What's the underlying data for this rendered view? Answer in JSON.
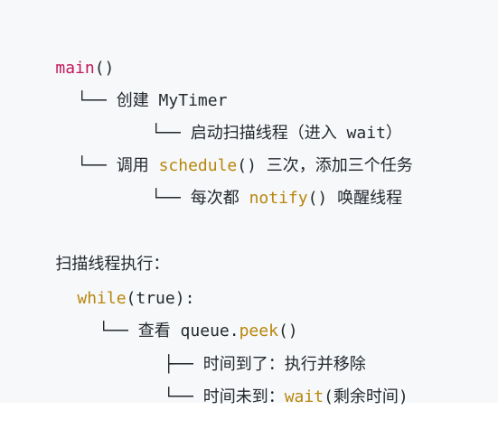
{
  "lines": [
    {
      "parts": [
        {
          "text": "main",
          "kind": "fn"
        },
        {
          "text": "()",
          "kind": "plain"
        }
      ]
    },
    {
      "parts": [
        {
          "text": "└── ",
          "kind": "tree"
        },
        {
          "text": "创建 MyTimer",
          "kind": "plain"
        }
      ]
    },
    {
      "parts": [
        {
          "text": "└── ",
          "kind": "tree"
        },
        {
          "text": "启动扫描线程（进入 wait）",
          "kind": "plain"
        }
      ]
    },
    {
      "parts": [
        {
          "text": "└── ",
          "kind": "tree"
        },
        {
          "text": "调用 ",
          "kind": "plain"
        },
        {
          "text": "schedule",
          "kind": "call"
        },
        {
          "text": "() 三次，添加三个任务",
          "kind": "plain"
        }
      ]
    },
    {
      "parts": [
        {
          "text": "└── ",
          "kind": "tree"
        },
        {
          "text": "每次都 ",
          "kind": "plain"
        },
        {
          "text": "notify",
          "kind": "call"
        },
        {
          "text": "() 唤醒线程",
          "kind": "plain"
        }
      ]
    },
    {
      "parts": [
        {
          "text": "扫描线程执行：",
          "kind": "plain"
        }
      ]
    },
    {
      "parts": [
        {
          "text": "while",
          "kind": "kw"
        },
        {
          "text": "(true):",
          "kind": "plain"
        }
      ]
    },
    {
      "parts": [
        {
          "text": "└── ",
          "kind": "tree"
        },
        {
          "text": "查看 queue.",
          "kind": "plain"
        },
        {
          "text": "peek",
          "kind": "call"
        },
        {
          "text": "()",
          "kind": "plain"
        }
      ]
    },
    {
      "parts": [
        {
          "text": "├── ",
          "kind": "tree"
        },
        {
          "text": "时间到了：执行并移除",
          "kind": "plain"
        }
      ]
    },
    {
      "parts": [
        {
          "text": "└── ",
          "kind": "tree"
        },
        {
          "text": "时间未到：",
          "kind": "plain"
        },
        {
          "text": "wait",
          "kind": "call"
        },
        {
          "text": "(剩余时间)",
          "kind": "plain"
        }
      ]
    }
  ]
}
